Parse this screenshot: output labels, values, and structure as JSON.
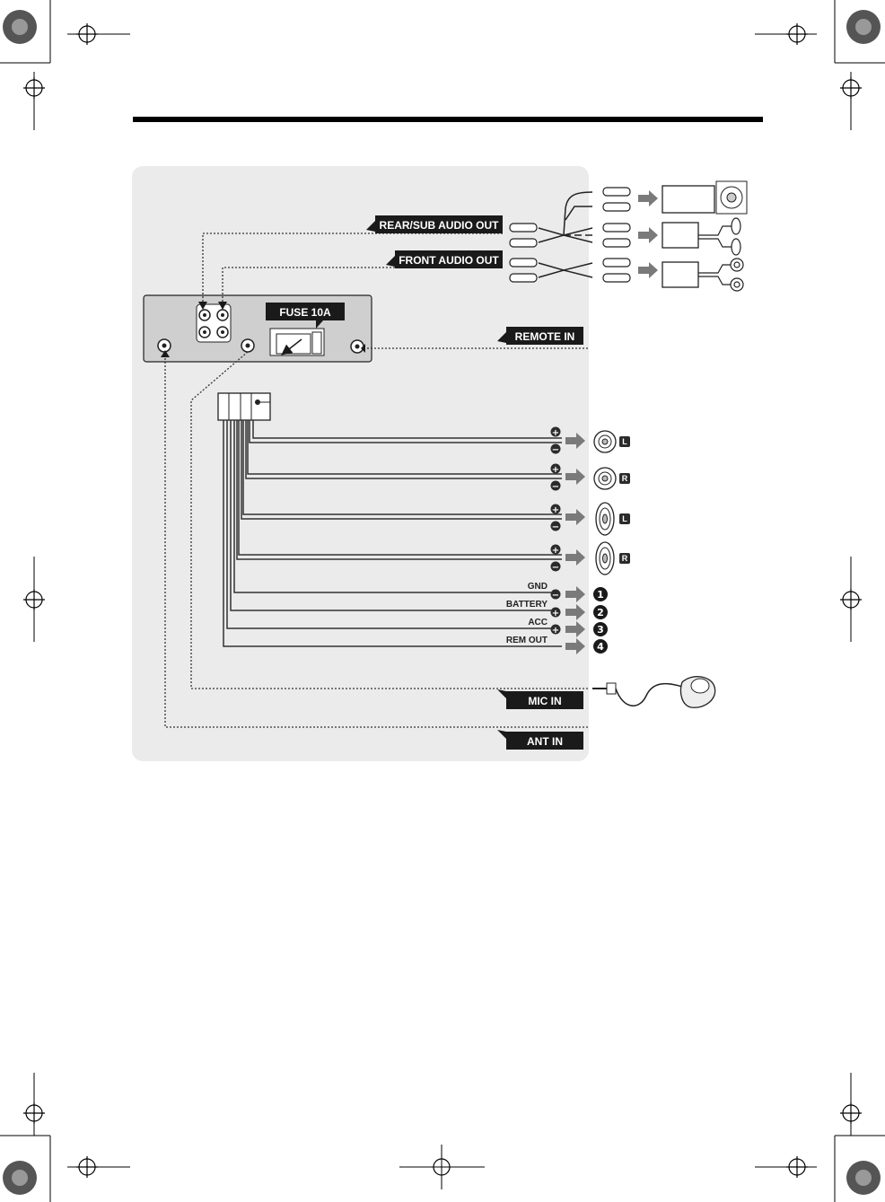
{
  "colors": {
    "panel": "#ebebeb",
    "tag": "#1a1a1a",
    "wire": "#333333",
    "arrow": "#7a7a7a",
    "badge": "#2b2b2b"
  },
  "labels": {
    "rear_sub_audio_out": "REAR/SUB AUDIO OUT",
    "front_audio_out": "FRONT AUDIO OUT",
    "remote_in": "REMOTE IN",
    "fuse": "FUSE 10A",
    "mic_in": "MIC IN",
    "ant_in": "ANT IN"
  },
  "power_wires": [
    {
      "label": "GND",
      "sign": "−",
      "number": "1"
    },
    {
      "label": "BATTERY",
      "sign": "+",
      "number": "2"
    },
    {
      "label": "ACC",
      "sign": "+",
      "number": "3"
    },
    {
      "label": "REM OUT",
      "sign": "",
      "number": "4"
    }
  ],
  "speakers": [
    {
      "side": "L",
      "icon": "round-speaker-icon"
    },
    {
      "side": "R",
      "icon": "round-speaker-icon"
    },
    {
      "side": "L",
      "icon": "oval-speaker-icon"
    },
    {
      "side": "R",
      "icon": "oval-speaker-icon"
    }
  ],
  "polarity": {
    "plus": "+",
    "minus": "−"
  }
}
